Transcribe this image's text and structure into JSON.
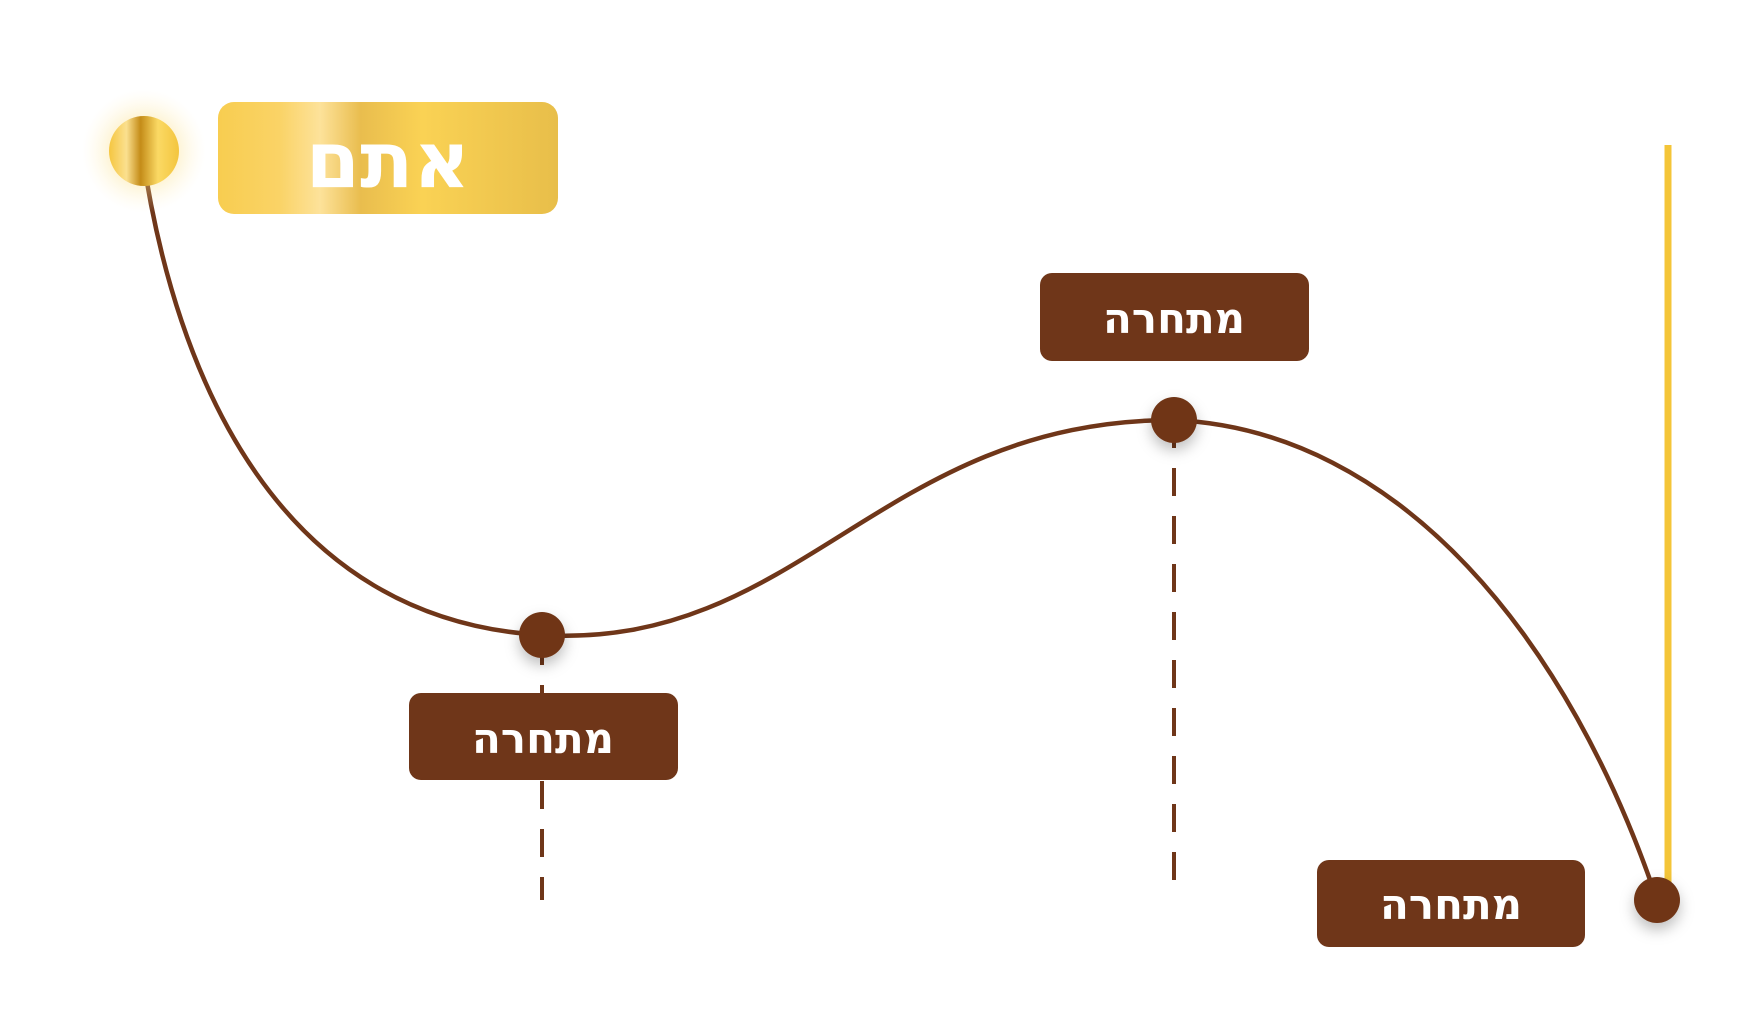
{
  "start_label": "אתם",
  "competitors": [
    {
      "label": "מתחרה"
    },
    {
      "label": "מתחרה"
    },
    {
      "label": "מתחרה"
    }
  ],
  "colors": {
    "curve": "#6f3619",
    "label_bg": "#6f3619",
    "label_text": "#ffffff",
    "gold_light": "#fcdf8a",
    "gold": "#f9cf52",
    "gold_dark": "#c58a10",
    "gold_axis_end": "#f4c842"
  }
}
